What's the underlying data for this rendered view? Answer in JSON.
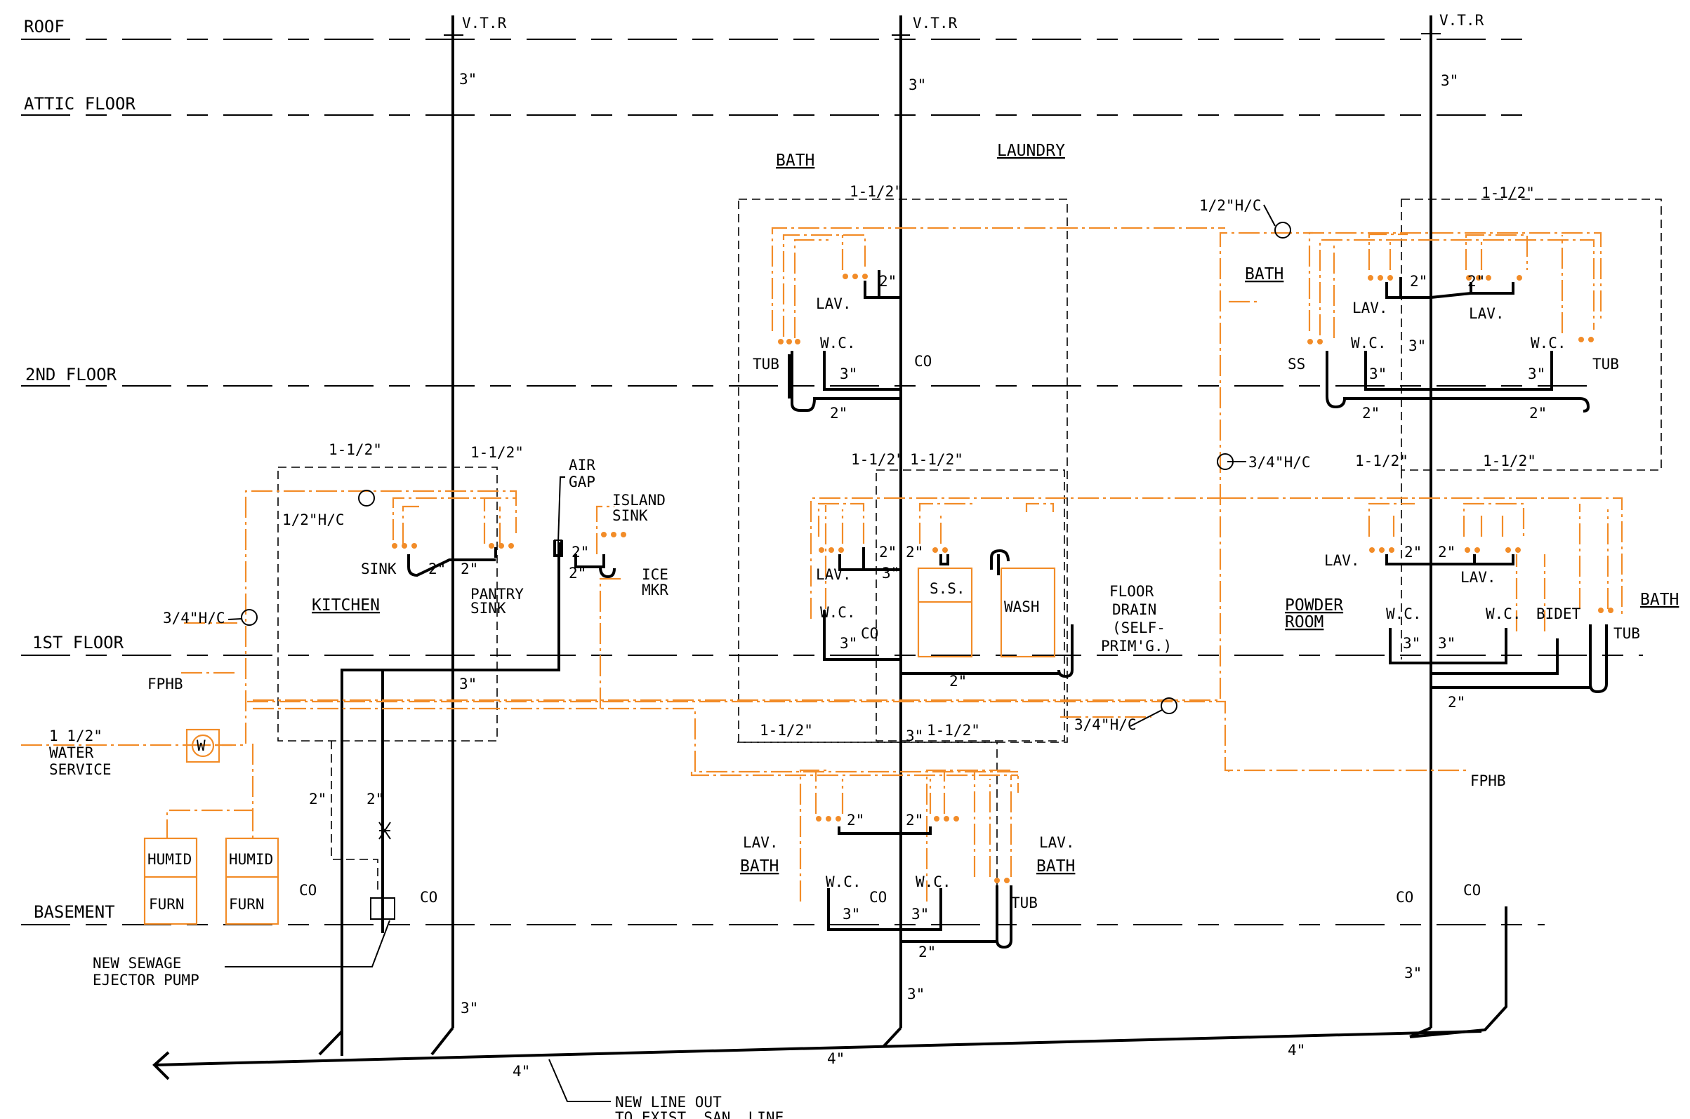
{
  "floors": {
    "roof": "ROOF",
    "attic": "ATTIC FLOOR",
    "second": "2ND FLOOR",
    "first": "1ST FLOOR",
    "basement": "BASEMENT"
  },
  "stacks": {
    "vtr": "V.T.R",
    "size": "3\""
  },
  "rooms": {
    "bath": "BATH",
    "laundry": "LAUNDRY",
    "kitchen": "KITCHEN",
    "powder1": "POWDER",
    "powder2": "ROOM"
  },
  "fixtures": {
    "lav": "LAV.",
    "wc": "W.C.",
    "tub": "TUB",
    "ss": "SS",
    "ss2": "S.S.",
    "wash": "WASH",
    "sink": "SINK",
    "pantry1": "PANTRY",
    "pantry2": "SINK",
    "air1": "AIR",
    "air2": "GAP",
    "island1": "ISLAND",
    "island2": "SINK",
    "ice1": "ICE",
    "ice2": "MKR",
    "floordrain1": "FLOOR",
    "floordrain2": "DRAIN",
    "floordrain3": "(SELF-",
    "floordrain4": "PRIM'G.)",
    "bidet": "BIDET",
    "humid": "HUMID",
    "furn": "FURN",
    "fphb": "FPHB",
    "co": "CO",
    "meter": "W"
  },
  "sizes": {
    "s112": "1-1/2\"",
    "s2": "2\"",
    "s3": "3\"",
    "s4": "4\"",
    "s12": "1/2\"",
    "hc12": "1/2\"H/C",
    "hc34": "3/4\"H/C",
    "s34hc_a": "3/4\"H/C",
    "s34hc_b": "3/4\"H/C"
  },
  "notes": {
    "water1": "1 1/2\"",
    "water2": "WATER",
    "water3": "SERVICE",
    "ejector1": "NEW SEWAGE",
    "ejector2": "EJECTOR PUMP",
    "newline1": "NEW LINE OUT",
    "newline2": "TO EXIST. SAN. LINE"
  },
  "colors": {
    "waste": "#000000",
    "water": "#f28c28"
  }
}
